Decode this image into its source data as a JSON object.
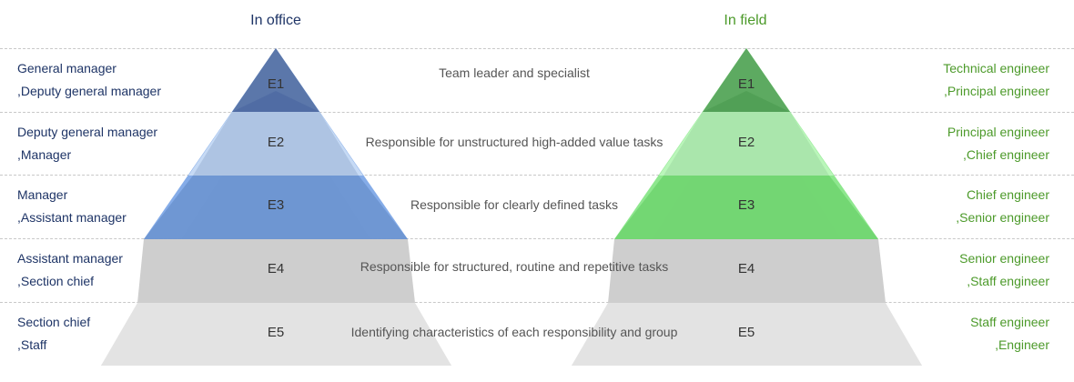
{
  "headers": {
    "office": "In office",
    "field": "In field"
  },
  "levels": [
    {
      "code": "E1",
      "office": [
        "General manager",
        ",Deputy general manager"
      ],
      "description": "Team leader and specialist",
      "field": [
        "Technical engineer",
        ",Principal  engineer"
      ]
    },
    {
      "code": "E2",
      "office": [
        "Deputy general manager",
        ",Manager"
      ],
      "description": "Responsible for unstructured high-added value tasks",
      "field": [
        "Principal  engineer",
        ",Chief engineer"
      ]
    },
    {
      "code": "E3",
      "office": [
        "Manager",
        ",Assistant manager"
      ],
      "description": "Responsible for clearly defined tasks",
      "field": [
        "Chief engineer",
        ",Senior engineer"
      ]
    },
    {
      "code": "E4",
      "office": [
        "Assistant manager",
        ",Section chief"
      ],
      "description": "Responsible for structured, routine and repetitive tasks",
      "field": [
        "Senior engineer",
        ",Staff engineer"
      ]
    },
    {
      "code": "E5",
      "office": [
        "Section chief",
        ",Staff"
      ],
      "description": "Identifying characteristics of each responsibility and group",
      "field": [
        "Staff engineer",
        ",Engineer"
      ]
    }
  ],
  "colors": {
    "office_text": "#1e3466",
    "field_text": "#4c9a2a",
    "office_bands": [
      "#5b77aa",
      "#c9dcf6",
      "#7ba5e6"
    ],
    "field_bands": [
      "#5daa61",
      "#bdf7bd",
      "#84e584"
    ],
    "grey_bands": [
      "#cfcfcf",
      "#e2e2e2"
    ]
  }
}
